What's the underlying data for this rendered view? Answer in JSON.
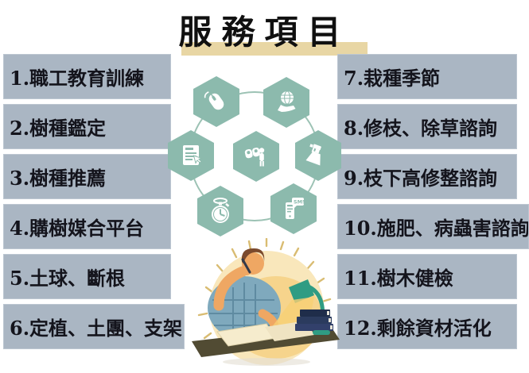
{
  "title": {
    "text": "服務項目"
  },
  "left_items": [
    {
      "label": "1.職工教育訓練"
    },
    {
      "label": "2.樹種鑑定"
    },
    {
      "label": "3.樹種推薦"
    },
    {
      "label": "4.購樹媒合平台"
    },
    {
      "label": "5.土球、斷根"
    },
    {
      "label": "6.定植、土團、支架"
    }
  ],
  "right_items": [
    {
      "label": "7.栽種季節"
    },
    {
      "label": "8.修枝、除草諮詢"
    },
    {
      "label": "9.枝下高修整諮詢"
    },
    {
      "label": "10.施肥、病蟲害諮詢"
    },
    {
      "label": "11.樹木健檢"
    },
    {
      "label": "12.剩餘資材活化"
    }
  ],
  "center_diagram": {
    "hexagons": [
      {
        "icon": "mouse-icon"
      },
      {
        "icon": "globe-in-hand-icon"
      },
      {
        "icon": "online-form-icon"
      },
      {
        "icon": "binoculars-observer-icon"
      },
      {
        "icon": "spray-bottle-icon"
      },
      {
        "icon": "stopwatch-icon"
      },
      {
        "icon": "sms-phone-icon"
      }
    ],
    "sms_label": "SMS"
  },
  "illustration": {
    "description": "person studying at desk with lamp, papers and books"
  },
  "colors": {
    "box_fill": "#aab6c3",
    "box_text": "#14141c",
    "hexagon_green": "#8cbaad",
    "ring_line": "#9cc2b4",
    "title_highlight": "#e8d6a4",
    "lamp_green": "#2f9c83",
    "glow_yellow": "#f6d48c",
    "desk_brown": "#514b33",
    "book_navy": "#2b3b5e",
    "shirt_blue": "#7fa9bd",
    "skin": "#efa763",
    "hair_brown": "#7b4a2d",
    "ray_tan": "#d9bc72"
  }
}
